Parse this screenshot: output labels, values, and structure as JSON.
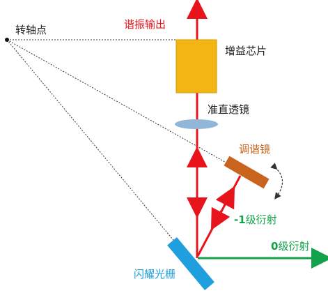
{
  "labels": {
    "pivot": "转轴点",
    "resonant_output": "谐振输出",
    "gain_chip": "增益芯片",
    "collimating_lens": "准直透镜",
    "tuning_mirror": "调谐镜",
    "order_minus1_prefix": "-1",
    "order_minus1_suffix": "级衍射",
    "order_zero_prefix": "0",
    "order_zero_suffix": "级衍射",
    "grating": "闪耀光栅"
  },
  "colors": {
    "beam": "#e8141c",
    "zero_order": "#12a24a",
    "gain_chip": "#f2b514",
    "gain_chip_stroke": "#d49a00",
    "lens": "#90b6d8",
    "tuning_mirror": "#c8641e",
    "grating": "#1f9fde",
    "dotted": "#333333",
    "text": "#1a1a1a"
  }
}
